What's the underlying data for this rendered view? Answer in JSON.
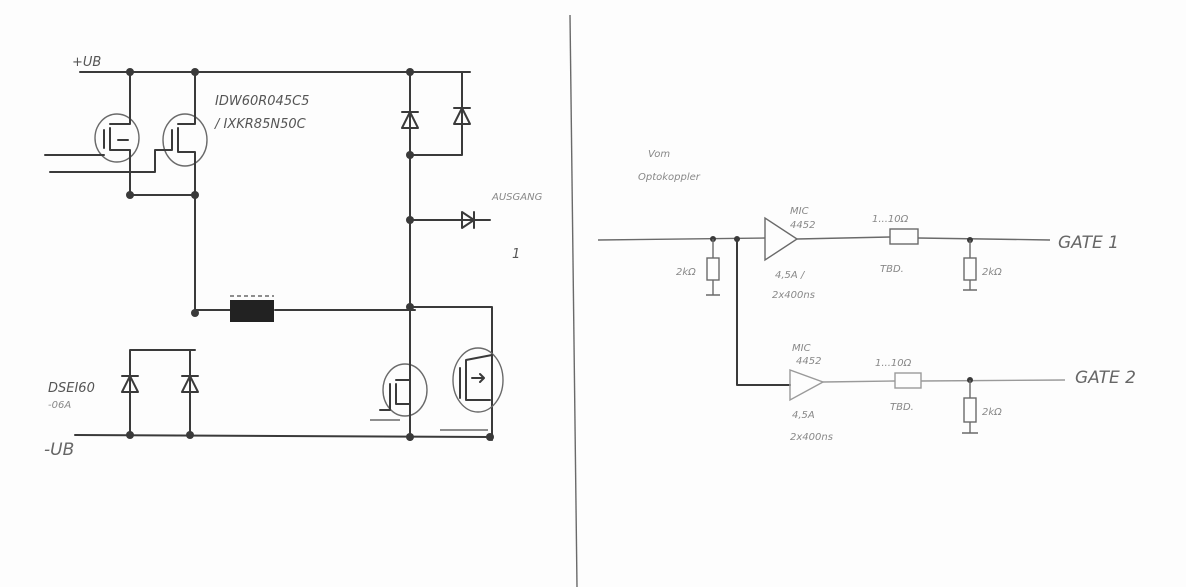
{
  "labels": {
    "plus_ub": "+UB",
    "minus_ub": "-UB",
    "mosfet_part": "IDW60R045C5",
    "mosfet_alt": "/ IXKR85N50C",
    "output": "AUSGANG",
    "output_num": "1",
    "diode_part": "DSEI60",
    "diode_suffix": "-06A",
    "source_line1": "Vom",
    "source_line2": "Optokoppler",
    "input_resistor": "2kΩ",
    "driver1_name": "MIC",
    "driver1_num": "4452",
    "driver1_spec1": "4,5A /",
    "driver1_spec2": "2x400ns",
    "gate_res1": "1...10Ω",
    "gate_res1_note": "TBD.",
    "pulldown1": "2kΩ",
    "gate1": "GATE 1",
    "driver2_name": "MIC",
    "driver2_num": "4452",
    "driver2_spec1": "4,5A",
    "driver2_spec2": "2x400ns",
    "gate_res2": "1...10Ω",
    "gate_res2_note": "TBD.",
    "pulldown2": "2kΩ",
    "gate2": "GATE 2"
  }
}
